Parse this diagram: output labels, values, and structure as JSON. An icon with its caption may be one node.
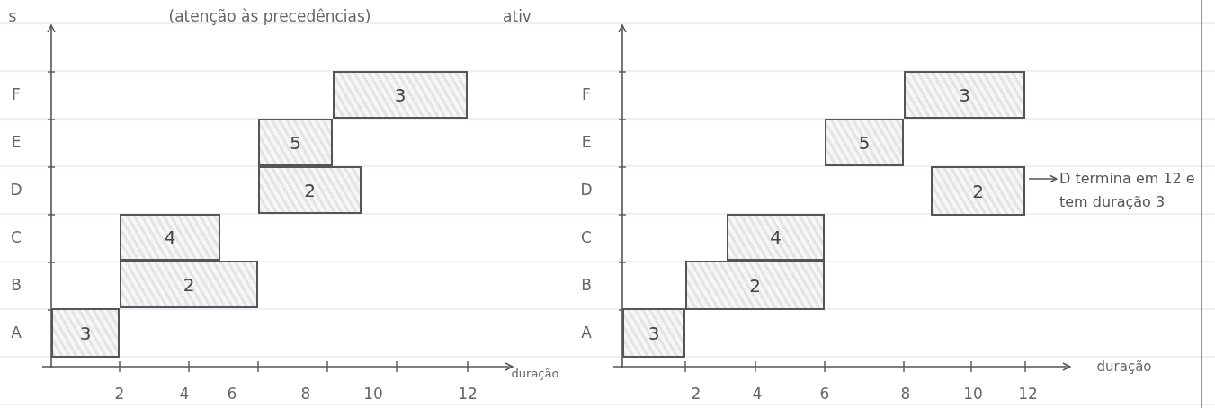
{
  "diagram": {
    "nodes": [
      {
        "text": [
          "3"
        ]
      },
      {
        "text": [
          "2"
        ]
      },
      {
        "text": [
          "4"
        ]
      },
      {
        "text": [
          "2"
        ]
      },
      {
        "text": [
          "5"
        ]
      },
      {
        "text": [
          "3"
        ]
      },
      {
        "text": [
          "3"
        ]
      },
      {
        "text": [
          "2"
        ]
      },
      {
        "text": [
          "4"
        ]
      },
      {
        "text": [
          "2"
        ]
      },
      {
        "text": [
          "5"
        ]
      },
      {
        "text": [
          "3"
        ]
      },
      {
        "text": [
          "D termina em 12 e tem duração 3"
        ]
      }
    ],
    "edges": [
      {
        "from": 9,
        "to": 12,
        "arrow": "to"
      }
    ],
    "labels": [
      "s",
      "(atenção às precedências)",
      "ativ",
      "F",
      "E",
      "D",
      "C",
      "B",
      "A",
      "duração",
      "2",
      "4",
      "6",
      "8",
      "10",
      "12",
      "F",
      "E",
      "D",
      "C",
      "B",
      "A",
      "duração",
      "2",
      "4",
      "6",
      "8",
      "10",
      "12"
    ]
  }
}
